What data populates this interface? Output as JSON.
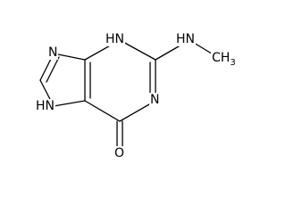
{
  "molecule": {
    "atoms": {
      "n_top_left": "N",
      "nh_top": "H",
      "nh_top_n": "N",
      "nh_methyl": "H",
      "nh_methyl_n": "N",
      "ch3_c": "CH",
      "ch3_sub": "3",
      "n_right": "N",
      "n_bottom_left": "N",
      "nh_bottom": "H",
      "o": "O"
    }
  }
}
